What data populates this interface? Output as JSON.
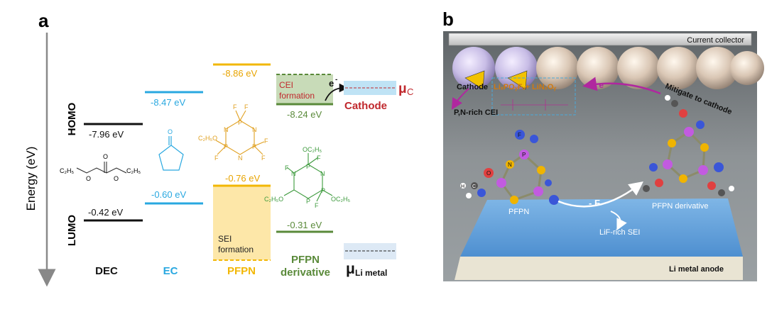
{
  "panel_a": {
    "label": "a",
    "axis": {
      "label": "Energy (eV)",
      "homo": "HOMO",
      "lumo": "LUMO"
    },
    "molecules": [
      {
        "name": "DEC",
        "color": "#111111",
        "homo": "-7.96 eV",
        "lumo": "-0.42 eV"
      },
      {
        "name": "EC",
        "color": "#29a8e0",
        "homo": "-8.47 eV",
        "lumo": "-0.60 eV"
      },
      {
        "name": "PFPN",
        "color": "#f2b705",
        "homo": "-8.86 eV",
        "lumo": "-0.76 eV"
      },
      {
        "name": "PFPN",
        "name2": "derivative",
        "color": "#5a8a3a",
        "homo": "-8.24 eV",
        "lumo": "-0.31 eV"
      }
    ],
    "cei": {
      "line1": "CEI",
      "line2": "formation",
      "electron": "e",
      "electron_sup": "-"
    },
    "sei": {
      "line1": "SEI",
      "line2": "formation"
    },
    "mu_c": {
      "mu": "μ",
      "sub": "C",
      "label": "Cathode"
    },
    "mu_li": {
      "mu": "μ",
      "sub": "Li metal"
    },
    "struct_labels": {
      "dec_left": "C₂H₅",
      "dec_right": "C₂H₅",
      "o": "O",
      "pfpn_side": "C₂H₅O",
      "p": "P",
      "n": "N",
      "f": "F",
      "der_top": "OC₂H₅",
      "der_left": "C₂H₅O",
      "der_right": "OC₂H₅"
    }
  },
  "panel_b": {
    "label": "b",
    "current_collector": "Current collector",
    "cathode": "Cathode",
    "cei_product": "LiₓPOᵧFᵤ+ LiNₓOᵧ",
    "pn_rich_cei": "P,N-rich CEI",
    "electron_label": "- e",
    "mitigate": "Mitigate to cathode",
    "pfpn": "PFPN",
    "f_label": "- F",
    "lif_sei": "LiF-rich SEI",
    "pfpn_derivative": "PFPN derivative",
    "anode": "Li metal anode",
    "atom_labels": {
      "p": "P",
      "n": "N",
      "f": "F",
      "o": "O",
      "h": "H",
      "c": "C"
    }
  }
}
